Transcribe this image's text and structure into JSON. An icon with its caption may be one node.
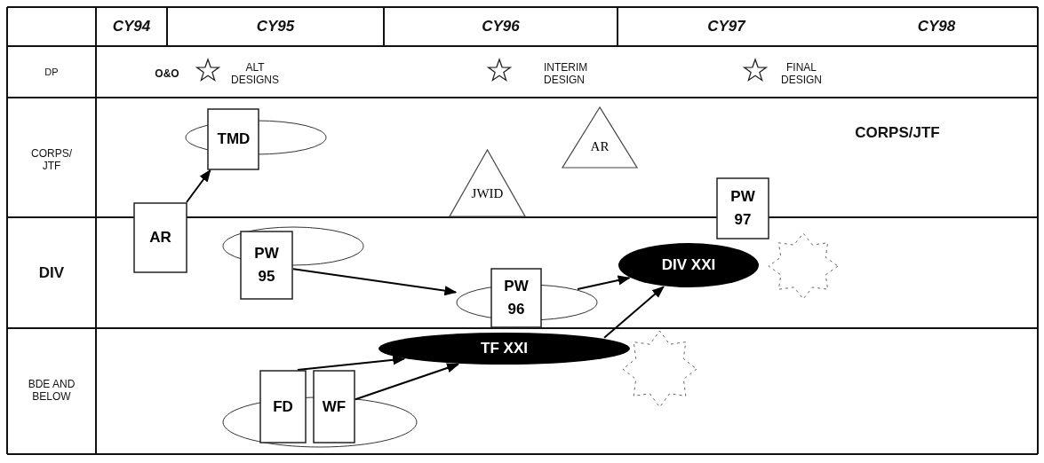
{
  "diagram": {
    "nodes": [
      {
        "text": [
          "TMD"
        ]
      },
      {
        "text": [
          "AR"
        ]
      },
      {
        "text": [
          "JWID"
        ]
      },
      {
        "text": [
          "PW 97"
        ]
      },
      {
        "text": [
          "AR"
        ]
      },
      {
        "text": [
          "PW 95"
        ]
      },
      {
        "text": [
          "DIV XXI"
        ]
      },
      {
        "text": [
          "PW 96"
        ]
      },
      {
        "text": [
          "TF XXI"
        ]
      },
      {
        "text": [
          "FD"
        ]
      },
      {
        "text": [
          "WF"
        ]
      },
      {
        "text": [],
        "shape": "ellipse"
      },
      {
        "text": [],
        "shape": "ellipse"
      },
      {
        "text": [],
        "shape": "ellipse"
      },
      {
        "text": [],
        "shape": "burst"
      },
      {
        "text": [],
        "shape": "burst"
      },
      {
        "text": [],
        "shape": "ellipse"
      }
    ],
    "edges": [
      {
        "from": 4,
        "to": 0,
        "arrow": "to"
      },
      {
        "from": 5,
        "to": 13,
        "arrow": "to"
      },
      {
        "from": 13,
        "to": 6,
        "arrow": "to"
      },
      {
        "from": 9,
        "to": 8,
        "arrow": "to"
      },
      {
        "from": 10,
        "to": 8,
        "arrow": "to"
      },
      {
        "from": 8,
        "to": 6,
        "arrow": "to"
      }
    ],
    "labels": [
      "CY94",
      "CY95",
      "CY96",
      "CY97",
      "CY98",
      "DP",
      "O&O",
      "ALT DESIGNS",
      "INTERIM DESIGN",
      "FINAL DESIGN",
      "CORPS/ JTF",
      "CORPS/JTF",
      "DIV",
      "BDE AND BELOW"
    ]
  }
}
